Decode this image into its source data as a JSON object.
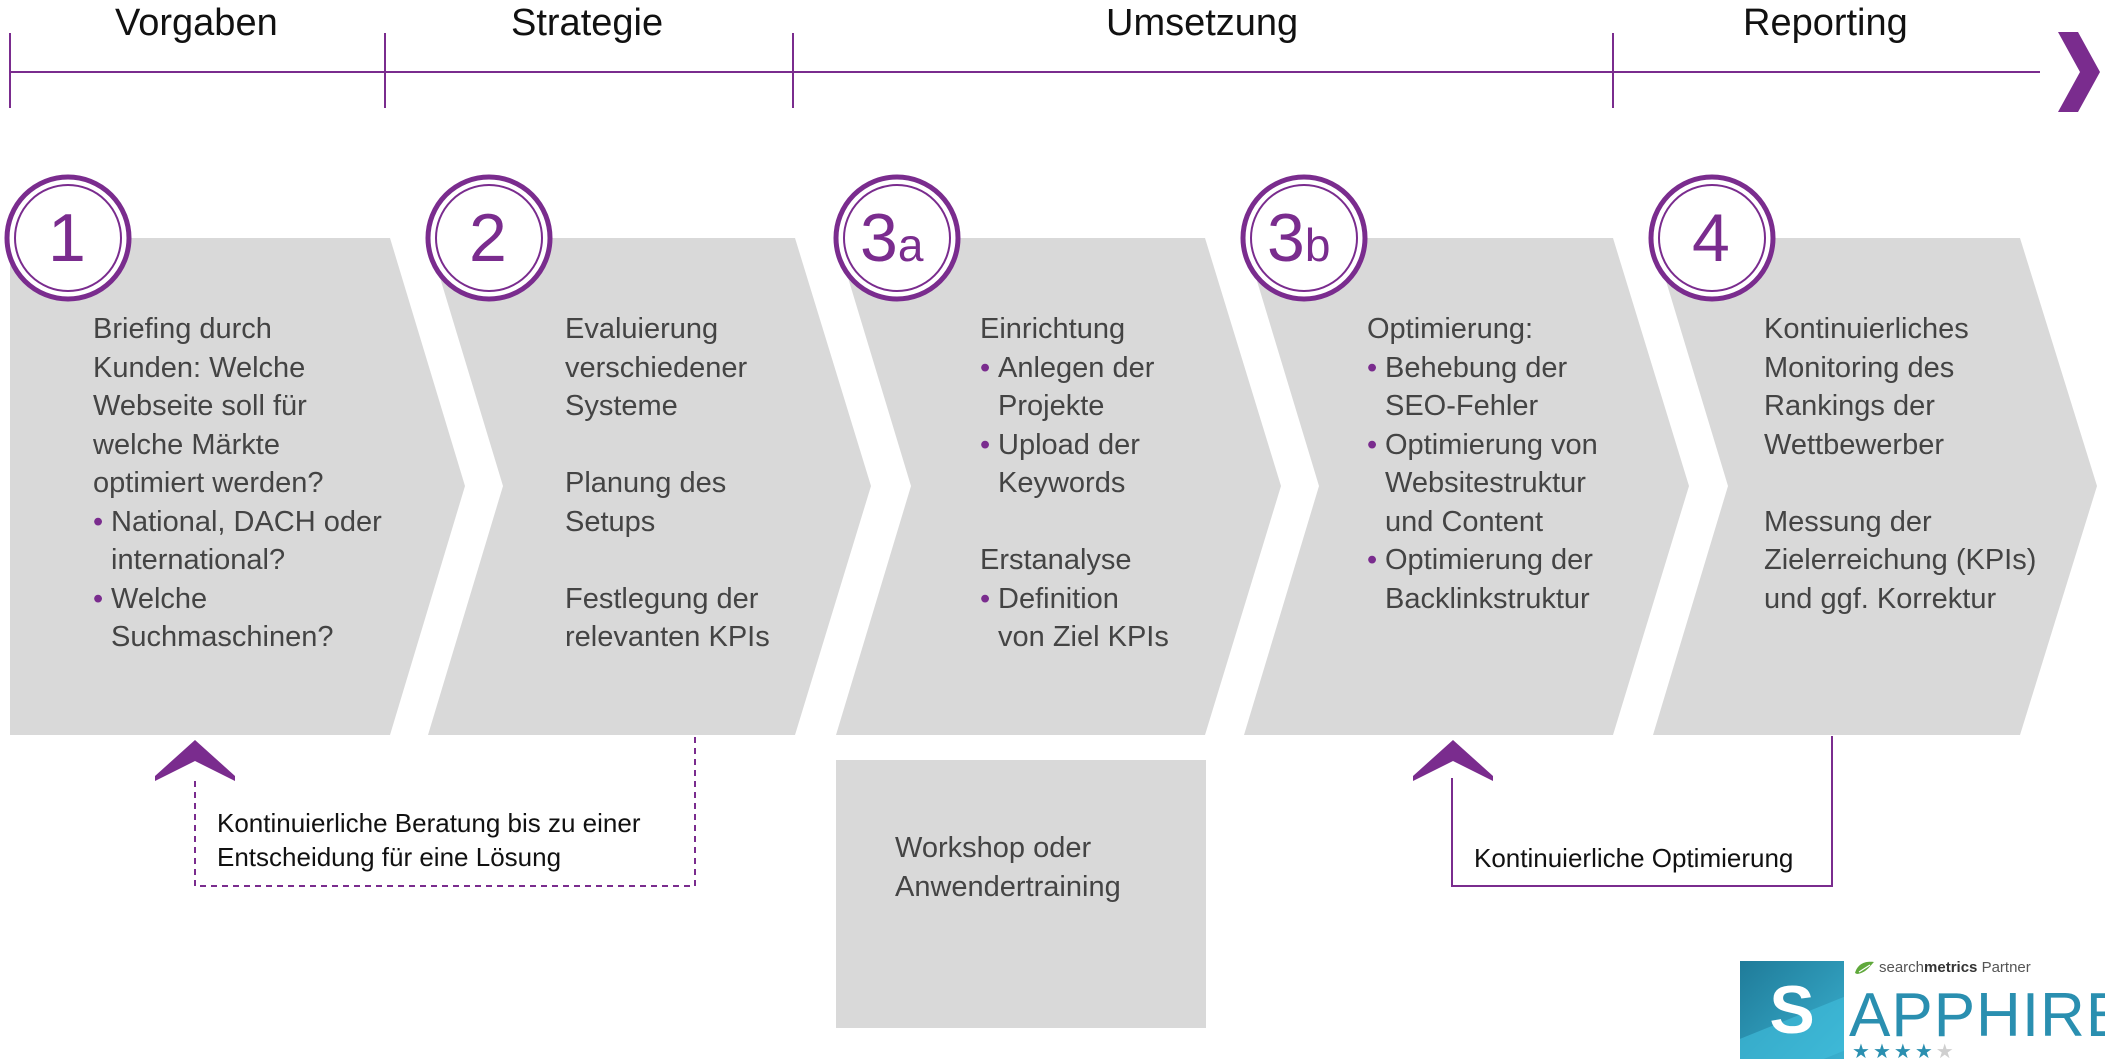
{
  "phases": [
    "Vorgaben",
    "Strategie",
    "Umsetzung",
    "Reporting"
  ],
  "steps": [
    {
      "number": "1",
      "suffix": "",
      "lines": [
        "Briefing durch",
        "Kunden: Welche",
        "Webseite soll für",
        "welche Märkte",
        "optimiert werden?"
      ],
      "bullets": [
        [
          "National, DACH oder",
          "international?"
        ],
        [
          "Welche",
          "Suchmaschinen?"
        ]
      ]
    },
    {
      "number": "2",
      "suffix": "",
      "lines": [
        "Evaluierung",
        "verschiedener",
        "Systeme",
        "",
        "Planung des",
        "Setups",
        "",
        "Festlegung der",
        "relevanten KPIs"
      ]
    },
    {
      "number": "3",
      "suffix": "a",
      "heading1": "Einrichtung",
      "bullets1": [
        [
          "Anlegen der",
          "Projekte"
        ],
        [
          "Upload der",
          "Keywords"
        ]
      ],
      "heading2": "Erstanalyse",
      "bullets2": [
        [
          "Definition",
          "von Ziel KPIs"
        ]
      ]
    },
    {
      "number": "3",
      "suffix": "b",
      "heading": "Optimierung:",
      "bullets": [
        [
          "Behebung der",
          "SEO-Fehler"
        ],
        [
          "Optimierung von",
          "Websitestruktur",
          "und Content"
        ],
        [
          "Optimierung der",
          "Backlinkstruktur"
        ]
      ]
    },
    {
      "number": "4",
      "suffix": "",
      "lines": [
        "Kontinuierliches",
        "Monitoring des",
        "Rankings der",
        "Wettbewerber",
        "",
        "Messung der",
        "Zielerreichung (KPIs)",
        "und ggf. Korrektur"
      ]
    }
  ],
  "consulting_note": [
    "Kontinuierliche Beratung bis zu einer",
    "Entscheidung für eine Lösung"
  ],
  "workshop_box": [
    "Workshop oder",
    "Anwendertraining"
  ],
  "optimization_note": "Kontinuierliche Optimierung",
  "logo": {
    "partner_text_prefix": "search",
    "partner_text_bold": "metrics",
    "partner_text_suffix": " Partner",
    "letter": "S",
    "word": "APPHIRE",
    "stars": 4
  },
  "colors": {
    "accent": "#7a2c8e",
    "chevron": "#d9d9d9",
    "logo_teal": "#2a8fb0"
  }
}
